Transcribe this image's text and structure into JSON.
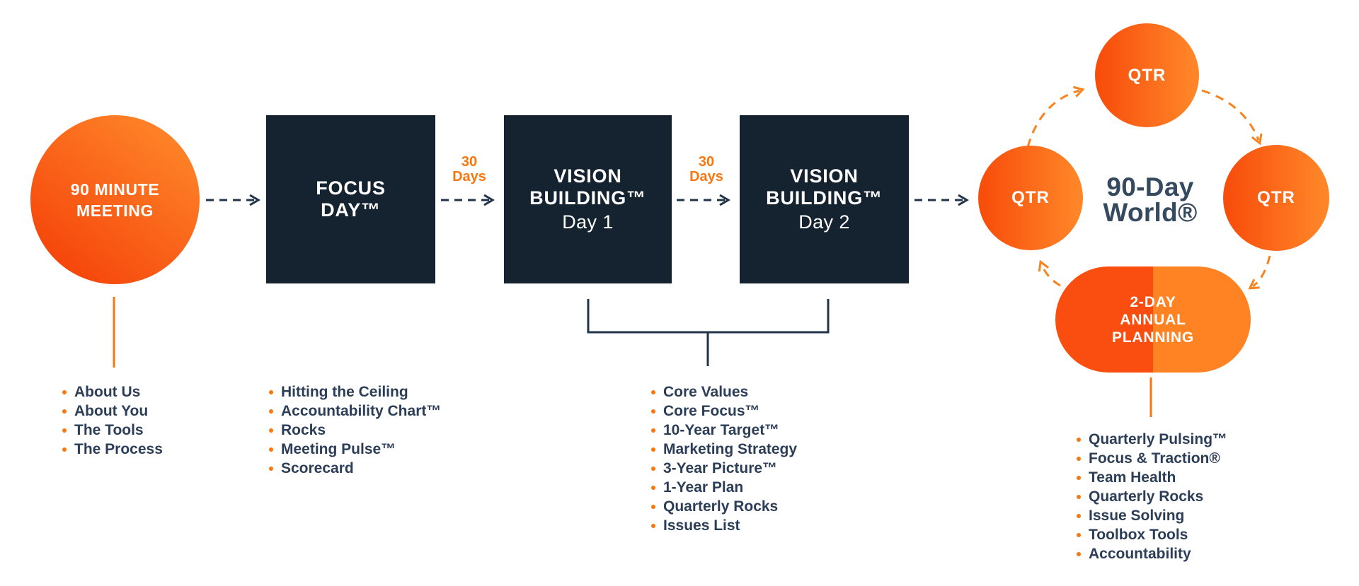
{
  "stages": {
    "meeting90": {
      "label": "90 MINUTE MEETING"
    },
    "focus_day": {
      "label": "FOCUS DAY™"
    },
    "vision_day1": {
      "label": "VISION BUILDING™",
      "sublabel": "Day 1"
    },
    "vision_day2": {
      "label": "VISION BUILDING™",
      "sublabel": "Day 2"
    }
  },
  "intervals": {
    "first": "30 Days",
    "second": "30 Days"
  },
  "lists": {
    "meeting90": [
      "About Us",
      "About You",
      "The Tools",
      "The Process"
    ],
    "focus_day": [
      "Hitting the Ceiling",
      "Accountability Chart™",
      "Rocks",
      "Meeting Pulse™",
      "Scorecard"
    ],
    "vision_building": [
      "Core Values",
      "Core Focus™",
      "10-Year Target™",
      "Marketing Strategy",
      "3-Year Picture™",
      "1-Year Plan",
      "Quarterly Rocks",
      "Issues List"
    ],
    "annual_planning": [
      "Quarterly Pulsing™",
      "Focus & Traction®",
      "Team Health",
      "Quarterly Rocks",
      "Issue Solving",
      "Toolbox Tools",
      "Accountability"
    ]
  },
  "cycle": {
    "qtr_top": "QTR",
    "qtr_left": "QTR",
    "qtr_right": "QTR",
    "center_label": "90-Day World®",
    "annual_planning_label": "2-DAY ANNUAL PLANNING"
  },
  "colors": {
    "node_navy": "#15222f",
    "connector_navy": "#223449",
    "text_navy": "#2c3e57",
    "cycle_text": "#35495f",
    "orange": "#f9770e",
    "orange_arc": "#f9821c",
    "orange_gradient_dark": "#f84e0c",
    "orange_gradient_light": "#ff8628",
    "pill_left": "#fa4e10",
    "pill_right": "#ff8322"
  }
}
